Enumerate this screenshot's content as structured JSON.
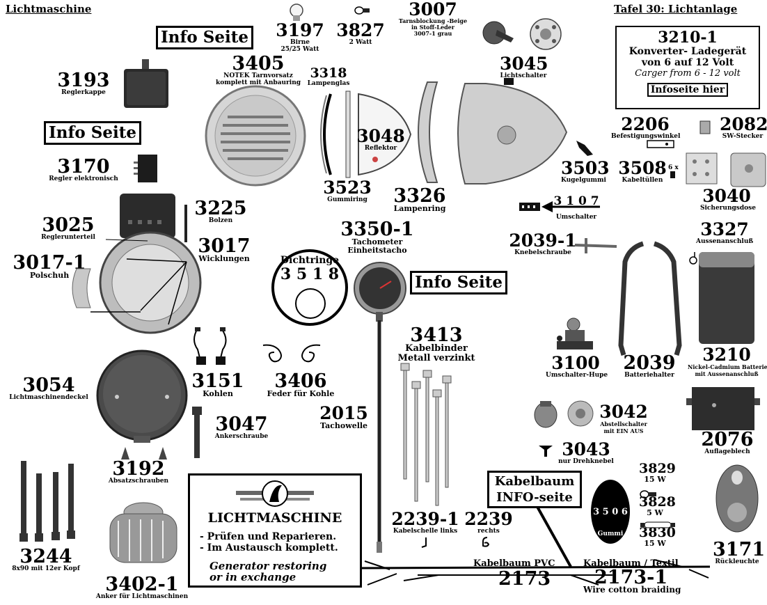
{
  "header": {
    "left_title": "Lichtmaschine",
    "right_title": "Tafel 30: Lichtanlage"
  },
  "info_links": {
    "info1": "Info Seite",
    "info2": "Info Seite",
    "info3": "Info Seite",
    "info_hier": "Infoseite hier"
  },
  "converter": {
    "number": "3210-1",
    "line1": "Konverter- Ladegerät",
    "line2": "von 6 auf 12 Volt",
    "line3": "Carger from 6 - 12 volt"
  },
  "generator_box": {
    "title": "LICHTMASCHINE",
    "line1": "- Prüfen und Reparieren.",
    "line2": "- Im Austausch komplett.",
    "en1": "Generator restoring",
    "en2": "or in exchange"
  },
  "kabelbaum_box": {
    "line1": "Kabelbaum",
    "line2": "INFO-seite"
  },
  "dichtringe": {
    "title": "Dichtringe",
    "number": "3 5 1 8"
  },
  "small_part_3506": "3 5 0 6",
  "parts": {
    "p3197": {
      "num": "3197",
      "l1": "Birne",
      "l2": "25/25 Watt"
    },
    "p3827": {
      "num": "3827",
      "l1": "2 Watt"
    },
    "p3007": {
      "num": "3007",
      "l1": "Tarnsblockung -Beige",
      "l2": "in Stoff-Leder",
      "l3": "3007-1 grau"
    },
    "p3045": {
      "num": "3045",
      "l1": "Lichtschalter"
    },
    "p3193": {
      "num": "3193",
      "l1": "Reglerkappe"
    },
    "p3405": {
      "num": "3405",
      "l1": "NOTEK Tarnvorsatz",
      "l2": "komplett mit Anbauring"
    },
    "p3318": {
      "num": "3318",
      "l1": "Lampenglas"
    },
    "p3048": {
      "num": "3048",
      "l1": "Reflektor"
    },
    "p3523": {
      "num": "3523",
      "l1": "Gummiring"
    },
    "p3326": {
      "num": "3326",
      "l1": "Lampenring"
    },
    "p3503": {
      "num": "3503",
      "l1": "Kugelgummi"
    },
    "p2206": {
      "num": "2206",
      "l1": "Befestigungswinkel"
    },
    "p2082": {
      "num": "2082",
      "l1": "SW-Stecker"
    },
    "p3508": {
      "num": "3508",
      "l1": "Kabeltüllen",
      "qty": "6 x"
    },
    "p3040": {
      "num": "3040",
      "l1": "Sicherungsdose"
    },
    "p3107": {
      "num": "3 1 0 7",
      "l1": "Umschalter"
    },
    "p3170": {
      "num": "3170",
      "l1": "Regler elektronisch"
    },
    "p3025": {
      "num": "3025",
      "l1": "Reglerunterteil"
    },
    "p3225": {
      "num": "3225",
      "l1": "Bolzen"
    },
    "p3017": {
      "num": "3017",
      "l1": "Wicklungen"
    },
    "p3017_1": {
      "num": "3017-1",
      "l1": "Polschuh"
    },
    "p3350_1": {
      "num": "3350-1",
      "l1": "Tachometer",
      "l2": "Einheitstacho"
    },
    "p2039_1": {
      "num": "2039-1",
      "l1": "Knebelschraube"
    },
    "p3327": {
      "num": "3327",
      "l1": "Aussenanschluß"
    },
    "p3413": {
      "num": "3413",
      "l1": "Kabelbinder",
      "l2": "Metall verzinkt"
    },
    "p3100": {
      "num": "3100",
      "l1": "Umschalter-Hupe"
    },
    "p2039": {
      "num": "2039",
      "l1": "Batteriehalter"
    },
    "p3210": {
      "num": "3210",
      "l1": "Nickel-Cadmium Batterie",
      "l2": "mit Aussenanschluß"
    },
    "p3054": {
      "num": "3054",
      "l1": "Lichtmaschinendeckel"
    },
    "p3151": {
      "num": "3151",
      "l1": "Kohlen"
    },
    "p3406": {
      "num": "3406",
      "l1": "Feder für Kohle"
    },
    "p2015": {
      "num": "2015",
      "l1": "Tachowelle"
    },
    "p3047": {
      "num": "3047",
      "l1": "Ankerschraube"
    },
    "p3042": {
      "num": "3042",
      "l1": "Abstellschalter",
      "l2": "mit EIN  AUS"
    },
    "p2076": {
      "num": "2076",
      "l1": "Auflageblech"
    },
    "p3043": {
      "num": "3043",
      "l1": "nur Drehknebel"
    },
    "p3192": {
      "num": "3192",
      "l1": "Absatzschrauben"
    },
    "p3829": {
      "num": "3829",
      "l1": "15 W"
    },
    "p3828": {
      "num": "3828",
      "l1": "5 W"
    },
    "p3830": {
      "num": "3830",
      "l1": "15 W"
    },
    "p3506": {
      "l1": "Gummi"
    },
    "p3171": {
      "num": "3171",
      "l1": "Rückleuchte"
    },
    "p3244": {
      "num": "3244",
      "l1": "8x90 mit 12er Kopf"
    },
    "p3402_1": {
      "num": "3402-1",
      "l1": "Anker für Lichtmaschinen"
    },
    "p2239_1": {
      "num": "2239-1",
      "l1": "Kabelschelle links"
    },
    "p2239": {
      "num": "2239",
      "l1": "rechts"
    },
    "p2173": {
      "num": "2173",
      "l1": "Kabelbaum PVC"
    },
    "p2173_1": {
      "num": "2173-1",
      "l1": "Kabelbaum / Textil",
      "l2": "Wire cotton braiding"
    }
  }
}
